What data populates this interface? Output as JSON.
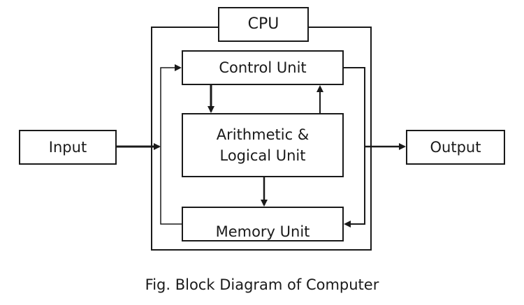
{
  "diagram": {
    "cpu_label": "CPU",
    "input_label": "Input",
    "output_label": "Output",
    "control_unit_label": "Control Unit",
    "alu_label_line1": "Arithmetic &",
    "alu_label_line2": "Logical Unit",
    "memory_unit_label": "Memory Unit",
    "caption": "Fig. Block Diagram of Computer"
  },
  "colors": {
    "stroke": "#1a1a1a",
    "background": "#ffffff"
  }
}
